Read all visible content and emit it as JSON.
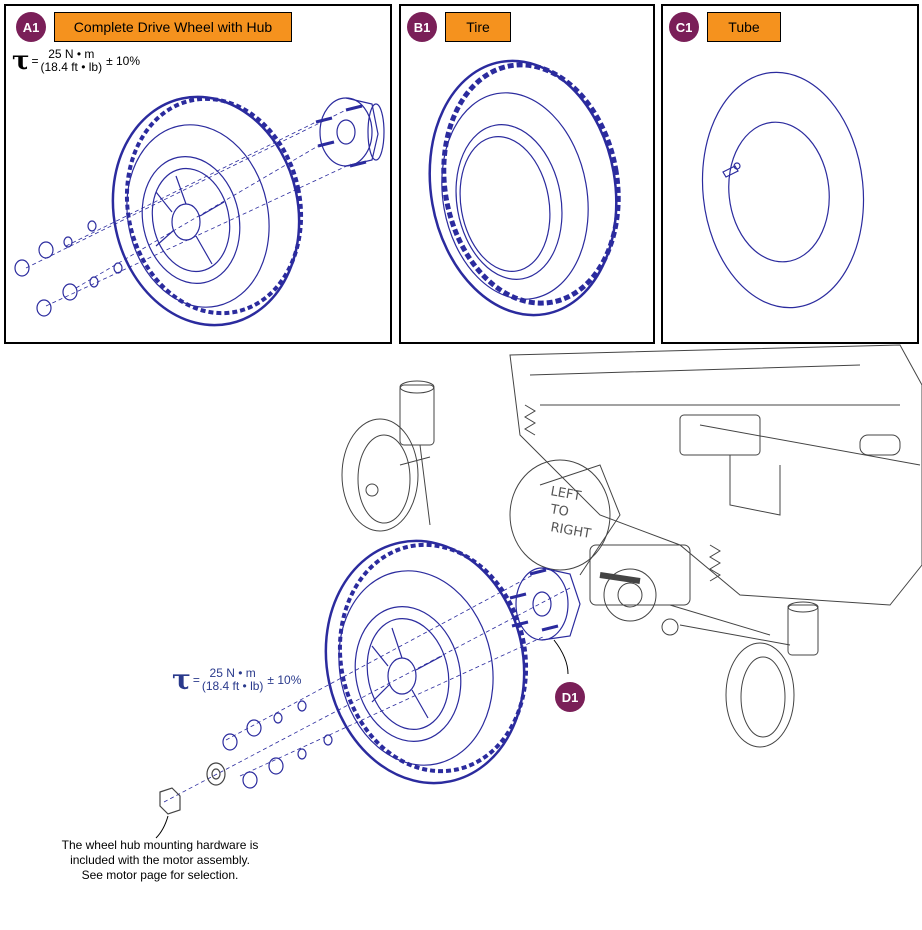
{
  "panels": [
    {
      "badge": "A1",
      "label": "Complete Drive Wheel with Hub"
    },
    {
      "badge": "B1",
      "label": "Tire"
    },
    {
      "badge": "C1",
      "label": "Tube"
    }
  ],
  "torque_spec": {
    "symbol": "τ",
    "equals": "=",
    "metric": "25 N • m",
    "imperial": "(18.4 ft • lb)",
    "tolerance": "± 10%"
  },
  "callout": {
    "badge": "D1"
  },
  "hardware_note": {
    "lines": [
      "The wheel hub mounting hardware is",
      "included with the motor assembly.",
      "See motor page for selection."
    ]
  },
  "colors": {
    "badge": "#7a1f58",
    "label_fill": "#f5921e",
    "wheel_line": "#2b2b9e",
    "chassis_line": "#444444",
    "torque_blue": "#2a3a8c"
  }
}
